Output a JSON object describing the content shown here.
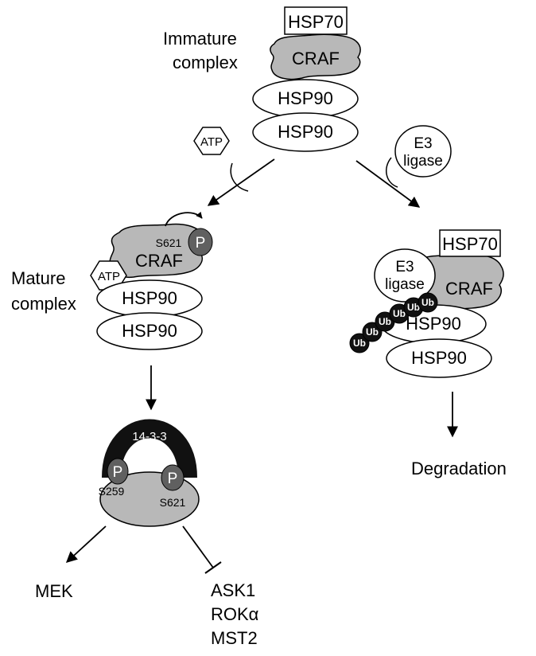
{
  "immature_label": [
    "Immature",
    "complex"
  ],
  "mature_label": [
    "Mature",
    "complex"
  ],
  "proteins": {
    "hsp70": "HSP70",
    "craf": "CRAF",
    "hsp90": "HSP90",
    "atp": "ATP",
    "e3": [
      "E3",
      "ligase"
    ],
    "p": "P",
    "ub": "Ub",
    "s621": "S621",
    "s259": "S259",
    "fourteen_three_three": "14-3-3"
  },
  "outcomes": {
    "degradation": "Degradation",
    "mek": "MEK",
    "inhibited": [
      "ASK1",
      "ROKα",
      "MST2"
    ]
  },
  "colors": {
    "craf_fill": "#b8b8b8",
    "phospho_fill": "#606060",
    "ub_fill": "#111111",
    "band_fill": "#111111",
    "line": "#000000"
  }
}
